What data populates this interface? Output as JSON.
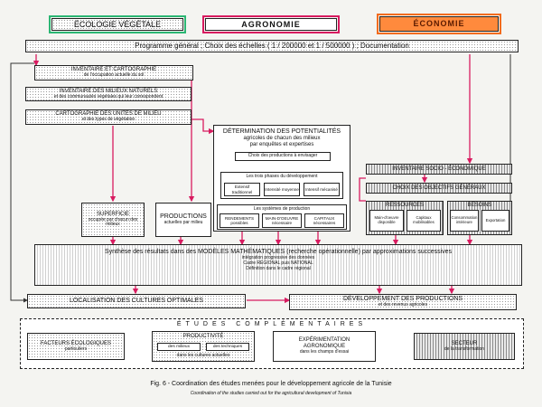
{
  "header": {
    "ecologie": "ÉCOLOGIE VÉGÉTALE",
    "agronomie": "AGRONOMIE",
    "economie": "ÉCONOMIE",
    "programme": "Programme général ; Choix des échelles ( 1 / 200000 et 1 / 500000 ) ; Documentation"
  },
  "left": {
    "inventaire_line1": "INVENTAIRE ET CARTOGRAPHIE",
    "inventaire_line2": "de l'occupation actuelle du sol",
    "milieux_line1": "INVENTAIRE DES MILIEUX NATURELS",
    "milieux_line2": "et des communautés végétales qui leur correspondent",
    "carto_line1": "CARTOGRAPHIE DES UNITÉS DE MILIEU",
    "carto_line2": "et des types de végétation",
    "superficie_title": "SUPERFICIE",
    "superficie_sub": "occupée par chacun des milieux",
    "productions_title": "PRODUCTIONS",
    "productions_sub": "actuelles par milieu"
  },
  "center": {
    "determination_line1": "DÉTERMINATION DES POTENTIALITÉS",
    "determination_line2": "agricoles de chacun des milieux",
    "determination_line3": "par enquêtes et expertises",
    "choix": "Choix des productions à envisager",
    "phases_title": "Les trois phases du développement",
    "phases": [
      "Extensif traditionnel",
      "Intensité moyenne",
      "Intensif mécanisé"
    ],
    "systemes_title": "Les systèmes de production",
    "systemes": [
      "RENDEMENTS possibles",
      "MAIN-D'OEUVRE nécessaire",
      "CAPITAUX nécessaires"
    ]
  },
  "right": {
    "inventaire_socio": "INVENTAIRE SOCIO - ÉCONOMIQUE",
    "choix_objectifs": "CHOIX DES OBJECTIFS GÉNÉRAUX",
    "ressources": "RESSOURCES",
    "besoins": "BESOINS",
    "ressources_items": [
      "Main-d'oeuvre disponible",
      "Capitaux mobilisables"
    ],
    "besoins_items": [
      "Consommation intérieure",
      "Exportation"
    ]
  },
  "synthese": {
    "line1": "Synthèse des résultats dans des MODÈLES MATHÉMATIQUES (recherche opérationnelle) par approximations successives",
    "line2": "intégration progressive des données",
    "line3": "Cadre RÉGIONAL puis NATIONAL",
    "line4": "Définition dans le cadre régional"
  },
  "bottom": {
    "localisation": "LOCALISATION DES CULTURES OPTIMALES",
    "developpement_line1": "DÉVELOPPEMENT DES PRODUCTIONS",
    "developpement_line2": "et des revenus agricoles",
    "etudes": "ÉTUDES COMPLÉMENTAIRES",
    "facteurs_line1": "FACTEURS ÉCOLOGIQUES",
    "facteurs_line2": "particuliers",
    "productivite": "PRODUCTIVITÉ",
    "productivite_a": "des milieux",
    "productivite_b": "des techniques",
    "productivite_c": "dans les cultures actuelles",
    "experimentation_line1": "EXPÉRIMENTATION",
    "experimentation_line2": "AGRONOMIQUE",
    "experimentation_line3": "dans les champs d'essai",
    "secteur_line1": "SECTEUR",
    "secteur_line2": "de la transformation"
  },
  "caption": {
    "main": "Fig. 6 - Coordination des études menées pour le développement agricole de la Tunisie",
    "sub": "Coordination of the studies carried out for the agricultural development of Tunisia"
  },
  "colors": {
    "arrow": "#d81b60",
    "ecologie": "#2bb673",
    "agronomie": "#d81b60",
    "economie": "#f26b1d",
    "economie_fill": "#ff8a3d"
  }
}
